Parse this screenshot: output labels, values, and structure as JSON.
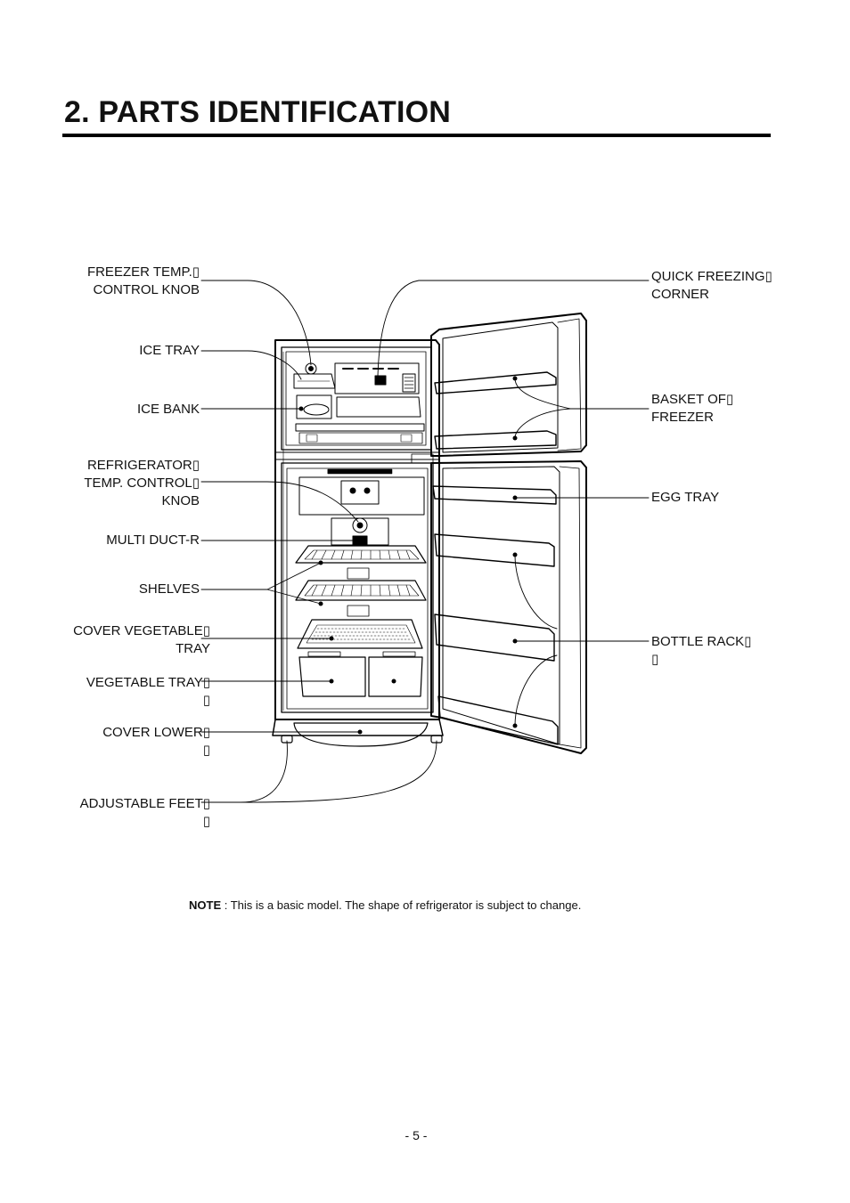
{
  "title": "2. PARTS IDENTIFICATION",
  "labels_left": {
    "freezer_temp_knob": "FREEZER TEMP.▯\nCONTROL KNOB",
    "ice_tray": "ICE TRAY",
    "ice_bank": "ICE BANK",
    "refrigerator_temp_knob": "REFRIGERATOR▯\nTEMP. CONTROL▯\nKNOB",
    "multi_duct": "MULTI DUCT-R",
    "shelves": "SHELVES",
    "cover_vegetable_tray": "COVER VEGETABLE▯\nTRAY",
    "vegetable_tray": "VEGETABLE TRAY▯\n▯",
    "cover_lower": "COVER LOWER▯\n▯",
    "adjustable_feet": "ADJUSTABLE FEET▯\n▯"
  },
  "labels_right": {
    "quick_freezing_corner": "QUICK FREEZING▯\nCORNER",
    "basket_of_freezer": "BASKET OF▯\nFREEZER",
    "egg_tray": "EGG TRAY",
    "bottle_rack": "BOTTLE RACK▯\n▯"
  },
  "note": {
    "bold": "NOTE",
    "text": " : This is a basic model. The shape of refrigerator is subject to change."
  },
  "page_number": "- 5 -"
}
